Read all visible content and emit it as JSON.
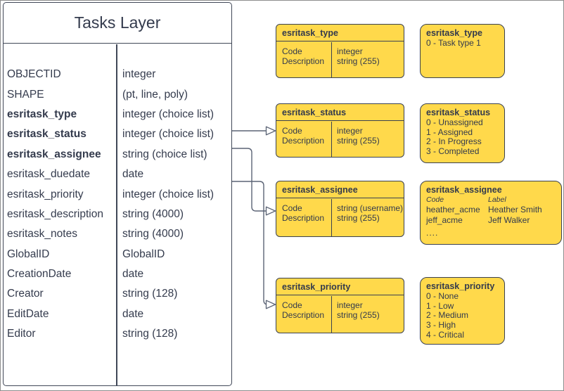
{
  "table": {
    "title": "Tasks Layer",
    "rows": [
      {
        "name": "OBJECTID",
        "type": "integer"
      },
      {
        "name": "SHAPE",
        "type": "(pt, line, poly)"
      },
      {
        "name": "esritask_type",
        "type": "integer (choice list)"
      },
      {
        "name": "esritask_status",
        "type": "integer (choice list)"
      },
      {
        "name": "esritask_assignee",
        "type": "string (choice list)"
      },
      {
        "name": "esritask_duedate",
        "type": "date"
      },
      {
        "name": "esritask_priority",
        "type": "integer (choice list)"
      },
      {
        "name": "esritask_description",
        "type": "string (4000)"
      },
      {
        "name": "esritask_notes",
        "type": "string (4000)"
      },
      {
        "name": "GlobalID",
        "type": "GlobalID"
      },
      {
        "name": "CreationDate",
        "type": "date"
      },
      {
        "name": "Creator",
        "type": "string (128)"
      },
      {
        "name": "EditDate",
        "type": "date"
      },
      {
        "name": "Editor",
        "type": "string (128)"
      }
    ]
  },
  "detail_boxes": [
    {
      "title": "esritask_type",
      "rows": [
        {
          "field": "Code",
          "type": "integer"
        },
        {
          "field": "Description",
          "type": "string (255)"
        }
      ]
    },
    {
      "title": "esritask_status",
      "rows": [
        {
          "field": "Code",
          "type": "integer"
        },
        {
          "field": "Description",
          "type": "string (255)"
        }
      ]
    },
    {
      "title": "esritask_assignee",
      "rows": [
        {
          "field": "Code",
          "type": "string (username)"
        },
        {
          "field": "Description",
          "type": "string (255)"
        }
      ]
    },
    {
      "title": "esritask_priority",
      "rows": [
        {
          "field": "Code",
          "type": "integer"
        },
        {
          "field": "Description",
          "type": "string (255)"
        }
      ]
    }
  ],
  "value_boxes": [
    {
      "title": "esritask_type",
      "items": [
        "0 - Task type 1"
      ]
    },
    {
      "title": "esritask_status",
      "items": [
        "0 - Unassigned",
        "1 - Assigned",
        "2 - In Progress",
        "3 - Completed"
      ]
    },
    {
      "title": "esritask_assignee",
      "columns": {
        "code": "Code",
        "label": "Label"
      },
      "rows": [
        {
          "code": "heather_acme",
          "label": "Heather Smith"
        },
        {
          "code": "jeff_acme",
          "label": "Jeff Walker"
        }
      ],
      "more": "...."
    },
    {
      "title": "esritask_priority",
      "items": [
        "0 - None",
        "1 - Low",
        "2 - Medium",
        "3 - High",
        "4 - Critical"
      ]
    }
  ],
  "colors": {
    "box_fill": "#FFD94B",
    "box_stroke": "#3A4150",
    "text": "#343B4D",
    "connector": "#5B6375",
    "frame_border": "#8D8D8D"
  }
}
